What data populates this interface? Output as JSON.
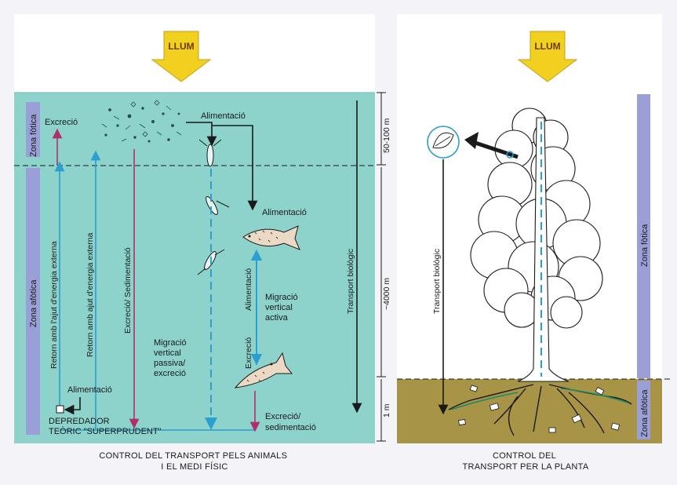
{
  "left_panel": {
    "light_label": "LLUM",
    "zone_photic": "Zona fòtica",
    "zone_aphotic": "Zona afòtica",
    "excrecio": "Excreció",
    "alimentacio_top": "Alimentació",
    "alimentacio_mid": "Alimentació",
    "alimentacio_vertical": "Alimentació",
    "alimentacio_bottom": "Alimentació",
    "retorn_1": "Retorn amb l'ajut d'energia externa",
    "retorn_2": "Retorn amb ajut d'energia externa",
    "excrecio_sedimentacio": "Excreció/ Sedimentació",
    "migracio_activa": [
      "Migració",
      "vertical",
      "activa"
    ],
    "migracio_passiva": [
      "Migració",
      "vertical",
      "passiva/",
      "excreció"
    ],
    "excrecio_vertical": "Excreció",
    "excrecio_sedimentacio_bottom": [
      "Excreció/",
      "sedimentació"
    ],
    "depredador": [
      "DEPREDADOR",
      "TEÒRIC \"SUPERPRUDENT\""
    ],
    "transport_biologic": "Transport biològic",
    "depth_photic": "50-100 m",
    "depth_total": "~4000 m",
    "depth_soil": "1 m",
    "caption": [
      "CONTROL DEL TRANSPORT PELS ANIMALS",
      "I EL MEDI FÍSIC"
    ]
  },
  "right_panel": {
    "light_label": "LLUM",
    "transport_biologic": "Transport biològic",
    "zone_photic": "Zona fòtica",
    "zone_aphotic": "Zona afòtica",
    "caption": [
      "CONTROL DEL",
      "TRANSPORT PER LA PLANTA"
    ]
  },
  "colors": {
    "water": "#8dd3cc",
    "sky": "#ffffff",
    "soil": "#a89447",
    "arrow_blue": "#2a9fd0",
    "arrow_magenta": "#b0306a",
    "zone_bar": "#9b9fd8",
    "llum_arrow": "#f2d020"
  }
}
